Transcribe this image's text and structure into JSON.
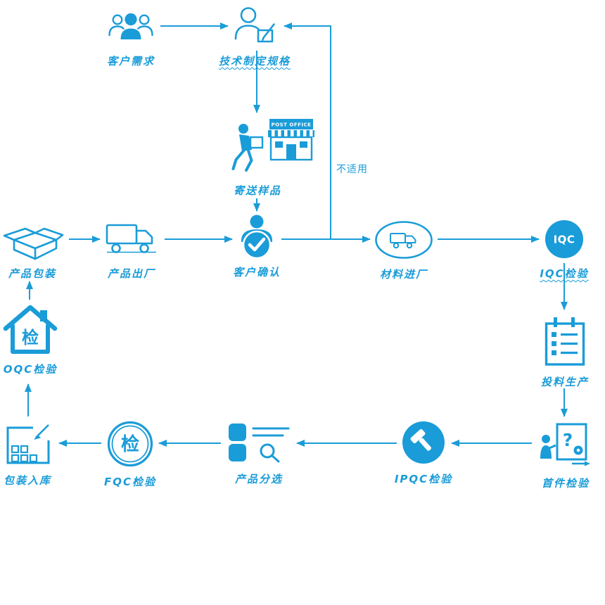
{
  "accent_color": "#1a9cd8",
  "nodes": {
    "customer_demand": {
      "label": "客户需求"
    },
    "tech_spec": {
      "label": "技术制定规格"
    },
    "send_sample": {
      "label": "寄送样品",
      "sign": "POST OFFICE"
    },
    "customer_confirm": {
      "label": "客户确认"
    },
    "material_in": {
      "label": "材料进厂"
    },
    "iqc": {
      "label": "IQC检验",
      "badge": "IQC"
    },
    "feed_production": {
      "label": "投料生产"
    },
    "first_article": {
      "label": "首件检验",
      "q_mark": "?"
    },
    "ipqc": {
      "label": "IPQC检验"
    },
    "sorting": {
      "label": "产品分选"
    },
    "fqc": {
      "label": "FQC检验",
      "badge": "检"
    },
    "pack_in": {
      "label": "包装入库"
    },
    "oqc": {
      "label": "OQC检验",
      "badge": "检"
    },
    "product_pack": {
      "label": "产品包装"
    },
    "product_out": {
      "label": "产品出厂"
    }
  },
  "branch": {
    "not_applicable": "不适用"
  },
  "edges": [
    {
      "from": "客户需求",
      "to": "技术制定规格"
    },
    {
      "from": "技术制定规格",
      "to": "寄送样品"
    },
    {
      "from": "寄送样品",
      "to": "客户确认"
    },
    {
      "from": "客户确认",
      "to": "材料进厂"
    },
    {
      "from": "客户确认",
      "to": "技术制定规格",
      "label": "不适用"
    },
    {
      "from": "材料进厂",
      "to": "IQC检验"
    },
    {
      "from": "IQC检验",
      "to": "投料生产"
    },
    {
      "from": "投料生产",
      "to": "首件检验"
    },
    {
      "from": "首件检验",
      "to": "IPQC检验"
    },
    {
      "from": "IPQC检验",
      "to": "产品分选"
    },
    {
      "from": "产品分选",
      "to": "FQC检验"
    },
    {
      "from": "FQC检验",
      "to": "包装入库"
    },
    {
      "from": "包装入库",
      "to": "OQC检验"
    },
    {
      "from": "OQC检验",
      "to": "产品包装"
    },
    {
      "from": "产品包装",
      "to": "产品出厂"
    },
    {
      "from": "产品出厂",
      "to": "客户确认"
    }
  ]
}
